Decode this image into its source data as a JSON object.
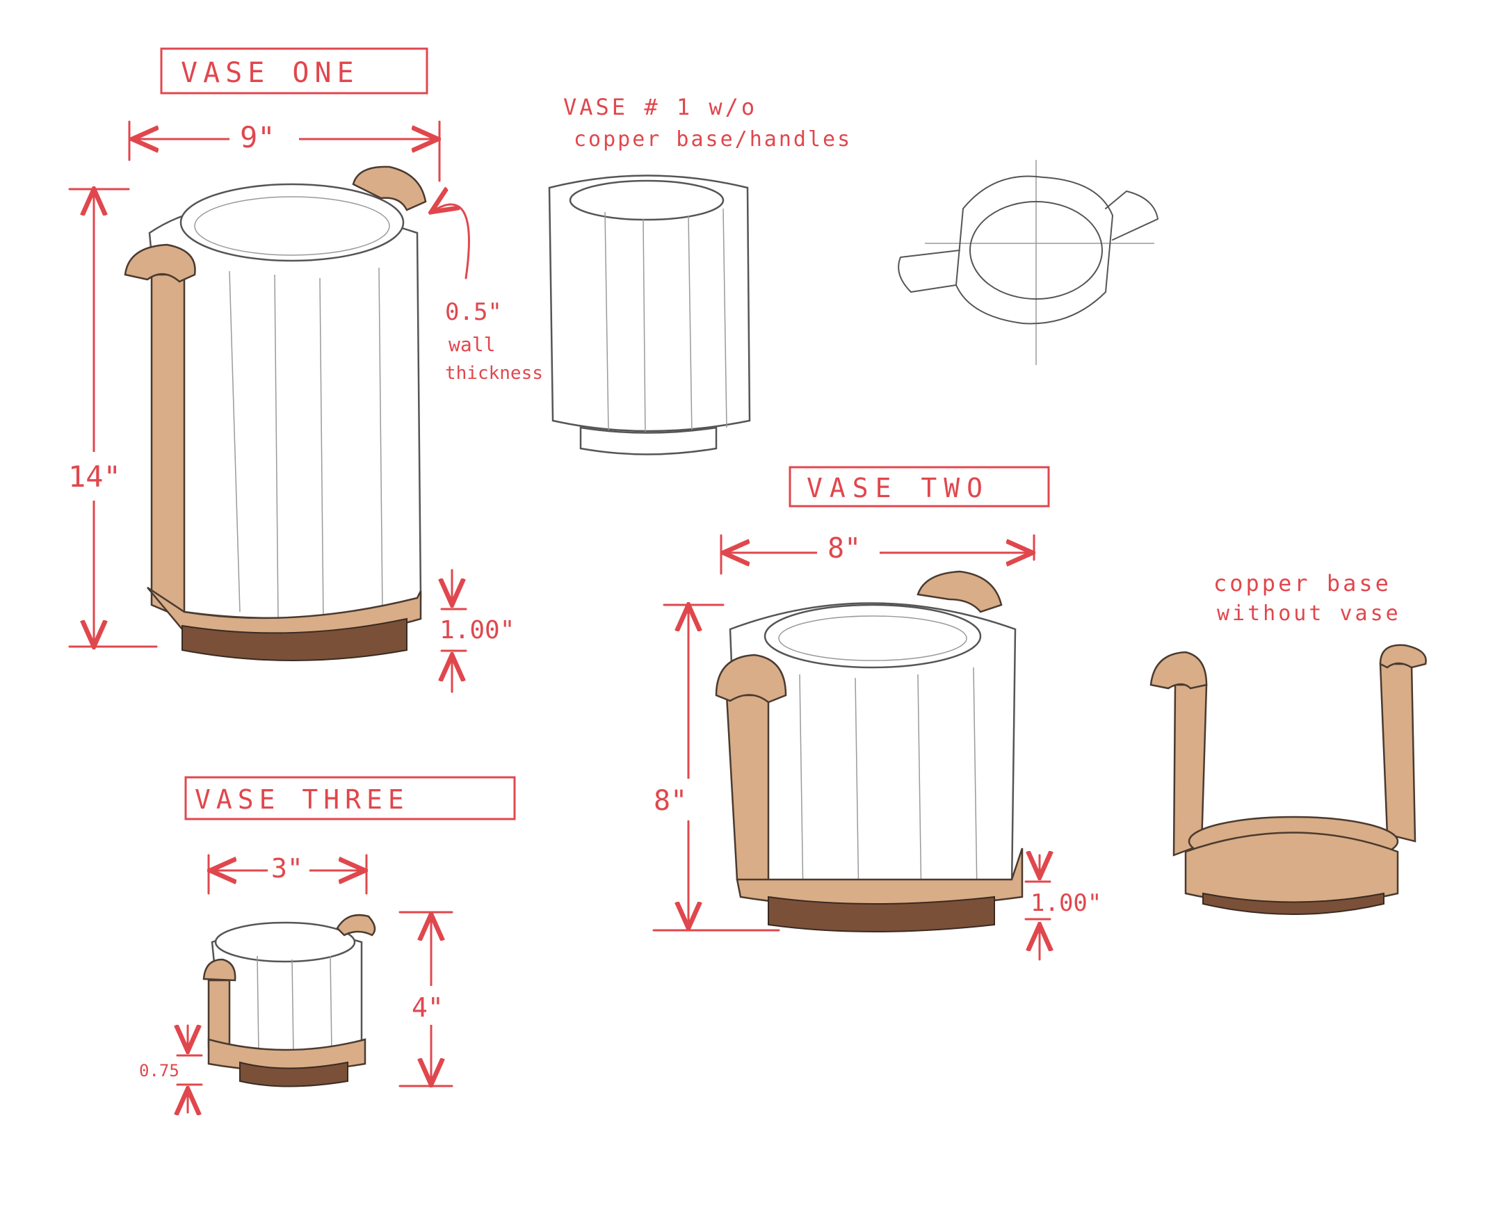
{
  "labels": {
    "vase_one": "VASE ONE",
    "vase_two": "VASE TWO",
    "vase_three": "VASE THREE",
    "note_vase1_line1": "VASE # 1 w/o",
    "note_vase1_line2": "copper base/handles",
    "note_copper_line1": "copper base",
    "note_copper_line2": "without vase",
    "wall_line1": "0.5\"",
    "wall_line2": "wall",
    "wall_line3": "thickness"
  },
  "dimensions": {
    "v1_width": "9\"",
    "v1_height": "14\"",
    "v1_base": "1.00\"",
    "v2_width": "8\"",
    "v2_height": "8\"",
    "v2_base": "1.00\"",
    "v3_width": "3\"",
    "v3_height": "4\"",
    "v3_base": "0.75"
  },
  "colors": {
    "annotation_red": "#e0474d",
    "copper": "#d8ad87",
    "pencil": "#555555"
  }
}
